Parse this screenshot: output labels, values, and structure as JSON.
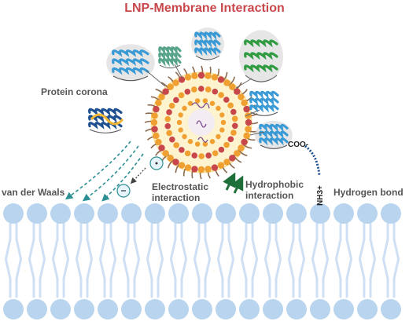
{
  "title": "LNP-Membrane Interaction",
  "labels": {
    "protein_corona": "Protein corona",
    "van_der_waals": "van der Waals",
    "electrostatic_line1": "Electrostatic",
    "electrostatic_line2": "interaction",
    "hydrophobic_line1": "Hydrophobic",
    "hydrophobic_line2": "interaction",
    "hydrogen_bond": "Hydrogen bond",
    "coo": "COO-",
    "nh3": "NH3+"
  },
  "colors": {
    "title": "#c8474b",
    "text": "#555555",
    "lipid_head": "#b8d4ef",
    "lipid_tail": "#cfe0f4",
    "lnp_core": "#fdf3cf",
    "lnp_head_red": "#c8474b",
    "lnp_head_orange": "#f0a030",
    "lnp_tail": "#8b6a50",
    "protein_blue": "#3a9ad6",
    "protein_green": "#2f9a3f",
    "protein_navy": "#1e4f8f",
    "protein_gold": "#f2b632",
    "protein_bg": "#dedede",
    "arrow_teal": "#2c8f93",
    "arrow_green": "#1f6f3a",
    "bond_navy": "#1e4f8f"
  },
  "icons": [
    "protein-icon",
    "lnp-icon",
    "lipid-bilayer-icon",
    "ion-icon"
  ]
}
